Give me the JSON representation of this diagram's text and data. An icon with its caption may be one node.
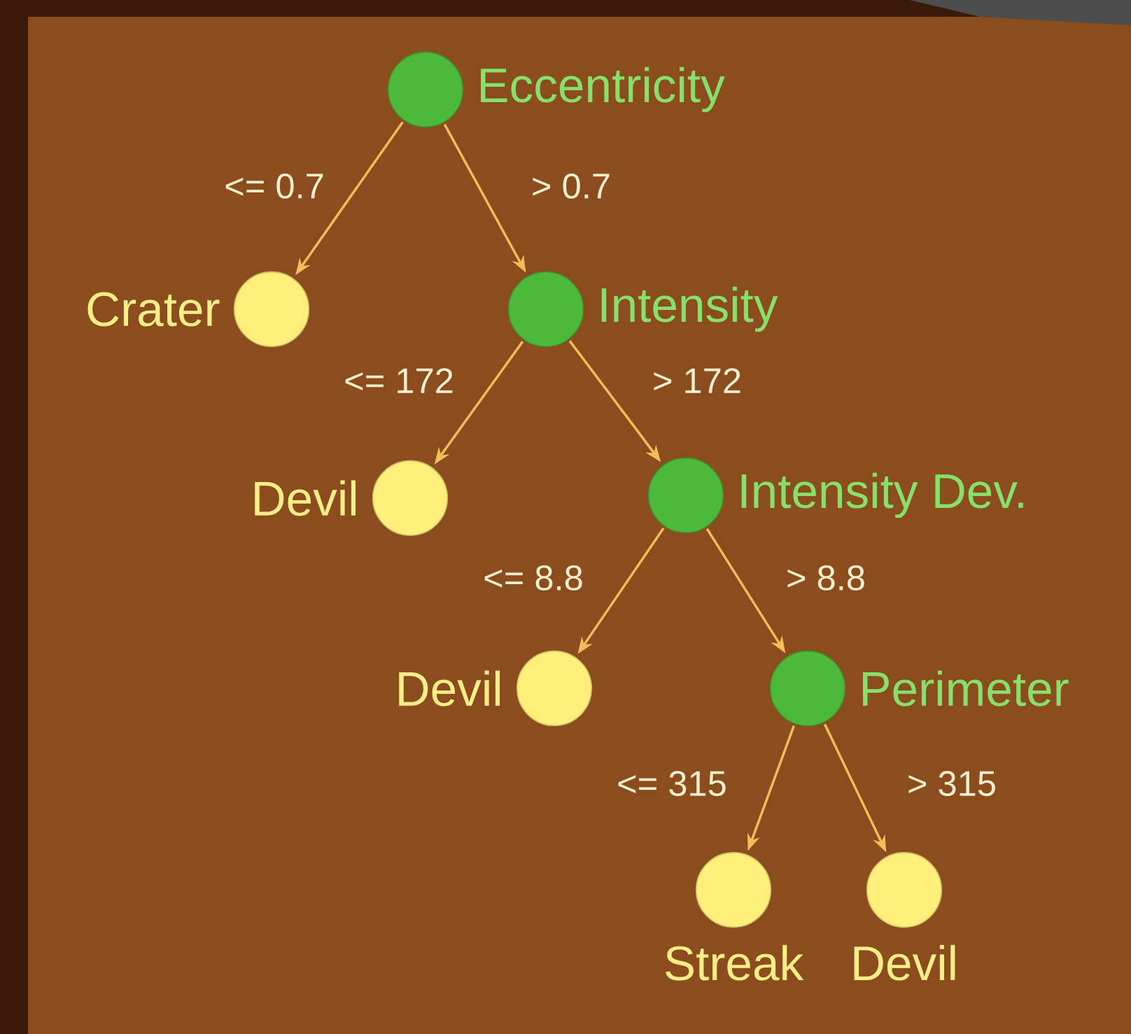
{
  "diagram": {
    "nodes": [
      {
        "text": [
          "Eccentricity"
        ]
      },
      {
        "text": [
          "Crater"
        ]
      },
      {
        "text": [
          "Intensity"
        ]
      },
      {
        "text": [
          "Devil"
        ]
      },
      {
        "text": [
          "Intensity Dev."
        ]
      },
      {
        "text": [
          "Devil"
        ]
      },
      {
        "text": [
          "Perimeter"
        ]
      },
      {
        "text": [
          "Streak"
        ]
      },
      {
        "text": [
          "Devil"
        ]
      }
    ],
    "edges": [
      {
        "from": 0,
        "to": 1,
        "arrow": "to",
        "label": "<= 0.7"
      },
      {
        "from": 0,
        "to": 2,
        "arrow": "to",
        "label": "> 0.7"
      },
      {
        "from": 2,
        "to": 3,
        "arrow": "to",
        "label": "<= 172"
      },
      {
        "from": 2,
        "to": 4,
        "arrow": "to",
        "label": "> 172"
      },
      {
        "from": 4,
        "to": 5,
        "arrow": "to",
        "label": "<= 8.8"
      },
      {
        "from": 4,
        "to": 6,
        "arrow": "to",
        "label": "> 8.8"
      },
      {
        "from": 6,
        "to": 7,
        "arrow": "to",
        "label": "<= 315"
      },
      {
        "from": 6,
        "to": 8,
        "arrow": "to",
        "label": "> 315"
      }
    ]
  }
}
